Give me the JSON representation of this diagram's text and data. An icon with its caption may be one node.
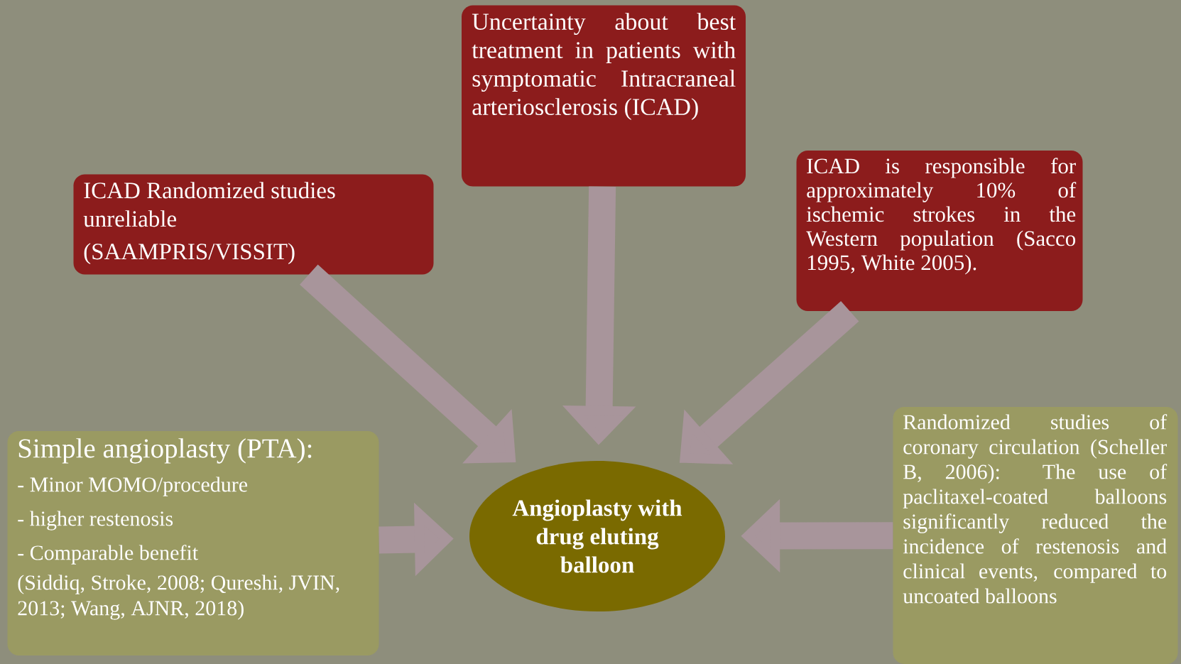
{
  "diagram": {
    "nodes": [
      {
        "text": [
          "Uncertainty about best treatment in patients with symptomatic Intracraneal arteriosclerosis (ICAD)"
        ]
      },
      {
        "text": [
          "ICAD Randomized studies unreliable",
          "(SAAMPRIS/VISSIT)"
        ]
      },
      {
        "text": [
          "ICAD is responsible for approximately 10% of ischemic strokes in the Western population (Sacco 1995, White 2005)."
        ]
      },
      {
        "text": [
          "Simple angioplasty (PTA):",
          "- Minor MOMO/procedure",
          "- higher restenosis",
          "- Comparable benefit",
          "(Siddiq, Stroke, 2008; Qureshi, JVIN, 2013; Wang, AJNR, 2018)"
        ]
      },
      {
        "text": [
          "Angioplasty with drug eluting balloon"
        ]
      },
      {
        "text": [
          "Randomized studies of coronary circulation (Scheller B, 2006): The use of paclitaxel-coated balloons significantly reduced the incidence of restenosis and clinical events, compared to uncoated balloons"
        ]
      }
    ],
    "edges": [
      {
        "from": 1,
        "to": 4,
        "arrow": "to"
      },
      {
        "from": 0,
        "to": 4,
        "arrow": "to"
      },
      {
        "from": 2,
        "to": 4,
        "arrow": "to"
      },
      {
        "from": 3,
        "to": 4,
        "arrow": "to"
      },
      {
        "from": 5,
        "to": 4,
        "arrow": "to"
      }
    ]
  }
}
